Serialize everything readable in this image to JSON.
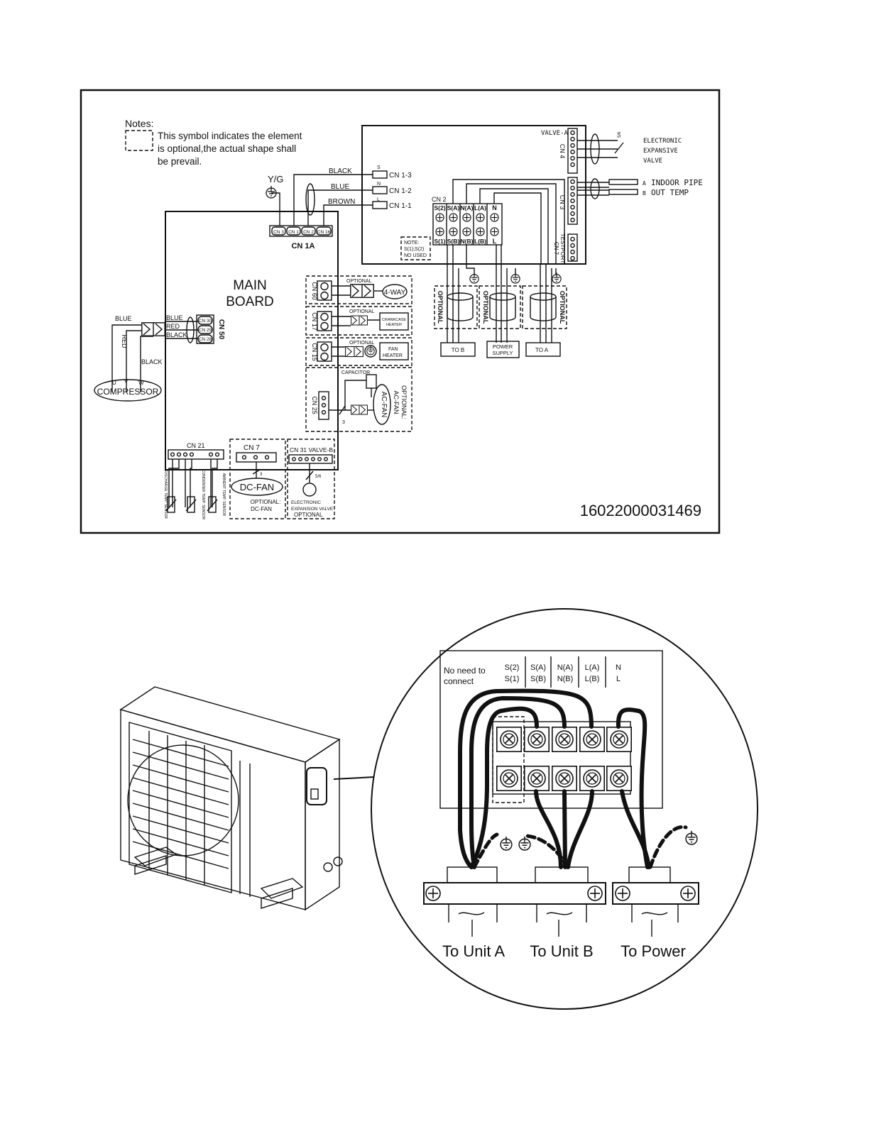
{
  "diagram": {
    "notes_title": "Notes:",
    "notes_line1": "This symbol indicates the element",
    "notes_line2": "is  optional,the actual shape shall",
    "notes_line3": "be prevail.",
    "yg_label": "Y/G",
    "wire_black": "BLACK",
    "wire_blue": "BLUE",
    "wire_brown": "BROWN",
    "s_mark": "S",
    "n_mark": "N",
    "l_mark": "L",
    "cn1_3": "CN 1-3",
    "cn1_2": "CN 1-2",
    "cn1_1": "CN 1-1",
    "cn1a_pins": [
      "CN 3",
      "CN 1",
      "CN 2",
      "CN 16"
    ],
    "cn1a_label": "CN 1A",
    "main_board_line1": "MAIN",
    "main_board_line2": "BOARD",
    "valve_a": "VALVE-A",
    "cn4": "CN 4",
    "five_six": "5/6",
    "eev_line1": "ELECTRONIC",
    "eev_line2": "EXPANSIVE",
    "eev_line3": "VALVE",
    "cn3": "CN 3",
    "pipe_a": "A",
    "pipe_b": "B",
    "indoor_pipe": "INDOOR PIPE",
    "out_temp": "OUT TEMP",
    "testport": "TESTPORT",
    "cn7_right": "CN 7",
    "cn2": "CN 2",
    "term_top": [
      "S(2)",
      "S(A)",
      "N(A)",
      "L(A)",
      "N"
    ],
    "term_bottom": [
      "S(1)",
      "S(B)",
      "N(B)",
      "L(B)",
      "L"
    ],
    "note_box": [
      "NOTE:",
      "S(1);S(2)",
      "NO USED"
    ],
    "optional": "OPTIONAL",
    "to_b": "TO B",
    "power_supply_1": "POWER",
    "power_supply_2": "SUPPLY",
    "to_a": "TO A",
    "cn60": "CN 60",
    "four_way": "4-WAY",
    "cn17": "CN 17",
    "crankcase_1": "CRANKCASE",
    "crankcase_2": "HEATER",
    "cn15": "CN 15",
    "fan_heater_1": "FAN",
    "fan_heater_2": "HEATER",
    "cn25": "CN 25",
    "capacitor": "CAPACITOR",
    "ac_fan": "AC-FAN",
    "optional_acfan_1": "OPTIONAL:",
    "optional_acfan_2": "AC-FAN",
    "three": "3",
    "blue": "BLUE",
    "red": "RED",
    "black": "BLACK",
    "cn30": "CN 30",
    "cn29": "CN 29",
    "cn28": "CN 28",
    "cn50": "CN 50",
    "u": "U",
    "v": "V",
    "w": "W",
    "compressor": "COMPRESSOR",
    "cn21": "CN 21",
    "sensors": [
      "DISCHARGE TEMP. SENSOR",
      "CONDENSER TEMP. SENSOR",
      "AMBIENT TEMP. SENSOR"
    ],
    "cn7": "CN 7",
    "dc_fan": "DC-FAN",
    "optional_dcfan_1": "OPTIONAL:",
    "optional_dcfan_2": "DC-FAN",
    "cn31_valve_b": "CN 31 VALVE-B",
    "eev2_1": "ELECTRONIC",
    "eev2_2": "EXPANSION VALVE",
    "eev2_3": "OPTIONAL",
    "part_number": "16022000031469"
  },
  "detail": {
    "no_need_1": "No need to",
    "no_need_2": "connect",
    "header_top": [
      "S(2)",
      "S(A)",
      "N(A)",
      "L(A)",
      "N"
    ],
    "header_bottom": [
      "S(1)",
      "S(B)",
      "N(B)",
      "L(B)",
      "L"
    ],
    "to_unit_a": "To Unit A",
    "to_unit_b": "To Unit B",
    "to_power": "To Power"
  }
}
